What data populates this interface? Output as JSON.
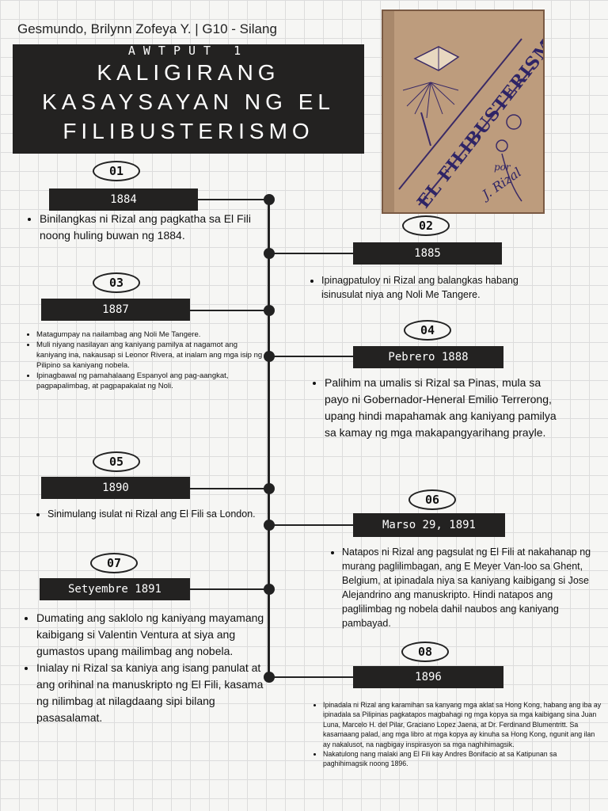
{
  "author": "Gesmundo, Brilynn Zofeya Y.  |  G10 - Silang",
  "header": {
    "subtitle": "AWTPUT 1",
    "title_lines": [
      "KALIGIRANG",
      "KASAYSAYAN NG EL",
      "FILIBUSTERISMO"
    ]
  },
  "cover": {
    "title": "EL FILIBUSTERISMO",
    "por": "por",
    "author": "J. Rizal"
  },
  "events": [
    {
      "num": "01",
      "label": "1884",
      "notes": [
        "Binilangkas ni Rizal ang pagkatha sa El Fili noong huling buwan ng 1884."
      ]
    },
    {
      "num": "02",
      "label": "1885",
      "notes": [
        "Ipinagpatuloy ni Rizal ang balangkas habang isinusulat niya ang Noli Me Tangere."
      ]
    },
    {
      "num": "03",
      "label": "1887",
      "notes": [
        "Matagumpay na nailambag ang Noli Me Tangere.",
        "Muli niyang nasilayan ang kaniyang pamilya at nagamot ang kaniyang ina, nakausap si Leonor Rivera, at inalam ang mga isip ng Pilipino sa kaniyang nobela.",
        "Ipinagbawal ng pamahalaang Espanyol ang pag-aangkat, pagpapalimbag, at pagpapakalat ng Noli."
      ]
    },
    {
      "num": "04",
      "label": "Pebrero 1888",
      "notes": [
        "Palihim na umalis si Rizal sa Pinas, mula sa payo ni Gobernador-Heneral Emilio Terrerong, upang hindi mapahamak ang kaniyang pamilya sa kamay ng mga makapangyarihang prayle."
      ]
    },
    {
      "num": "05",
      "label": "1890",
      "notes": [
        "Sinimulang isulat ni Rizal ang El Fili sa London."
      ]
    },
    {
      "num": "06",
      "label": "Marso 29, 1891",
      "notes": [
        "Natapos ni Rizal ang pagsulat ng El Fili at nakahanap ng murang paglilimbagan, ang E Meyer Van-loo sa Ghent, Belgium, at ipinadala niya sa kaniyang kaibigang si Jose Alejandrino ang manuskripto. Hindi natapos ang paglilimbag ng nobela dahil naubos ang kaniyang pambayad."
      ]
    },
    {
      "num": "07",
      "label": "Setyembre 1891",
      "notes": [
        "Dumating ang saklolo ng kaniyang mayamang kaibigang si Valentin Ventura at siya ang gumastos upang mailimbag ang nobela.",
        "Inialay ni Rizal sa kaniya ang isang panulat at ang orihinal na manuskripto ng El Fili, kasama ng nilimbag at nilagdaang sipi bilang pasasalamat."
      ]
    },
    {
      "num": "08",
      "label": "1896",
      "notes": [
        "Ipinadala ni Rizal ang karamihan sa kanyang mga aklat sa Hong Kong, habang ang iba ay ipinadala sa Pilipinas pagkatapos magbahagi ng mga kopya sa mga kaibigang sina Juan Luna, Marcelo H. del Pilar, Graciano Lopez Jaena, at Dr. Ferdinand Blumentritt. Sa kasamaang palad, ang mga libro at mga kopya ay kinuha sa Hong Kong, ngunit ang ilan ay nakalusot, na nagbigay inspirasyon sa mga naghihimagsik.",
        "Nakatulong nang malaki ang El Fili kay Andres Bonifacio at sa Katipunan sa paghihimagsik noong 1896."
      ]
    }
  ]
}
